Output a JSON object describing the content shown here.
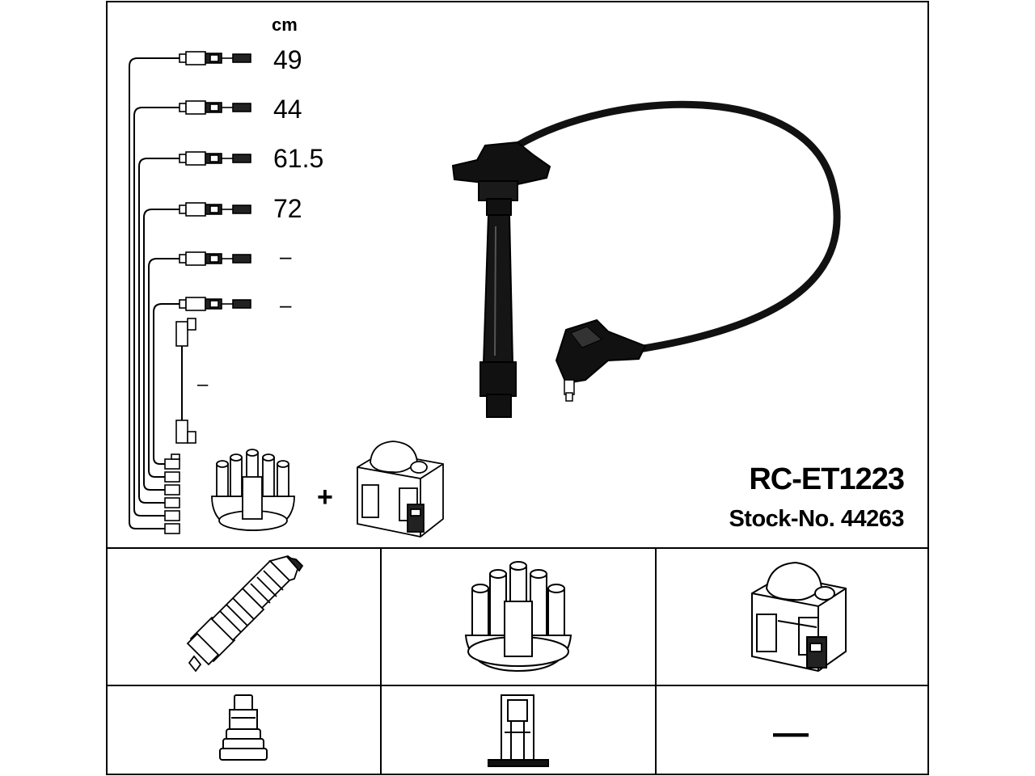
{
  "header": {
    "unit": "cm"
  },
  "wires": [
    {
      "length": "49"
    },
    {
      "length": "44"
    },
    {
      "length": "61.5"
    },
    {
      "length": "72"
    },
    {
      "length": "–"
    },
    {
      "length": "–"
    }
  ],
  "coil_wire": {
    "length": "–"
  },
  "product": {
    "part_number": "RC-ET1223",
    "stock_label": "Stock-No.",
    "stock_number": "44263"
  },
  "diagram": {
    "plus": "+"
  },
  "table": {
    "coil_cell_value": "—"
  },
  "colors": {
    "line": "#000000",
    "background": "#ffffff"
  },
  "icons": [
    "spark-plug-icon",
    "distributor-cap-icon",
    "ignition-coil-icon",
    "plug-connector-icon",
    "coil-connector-icon",
    "ignition-cable-icon"
  ]
}
